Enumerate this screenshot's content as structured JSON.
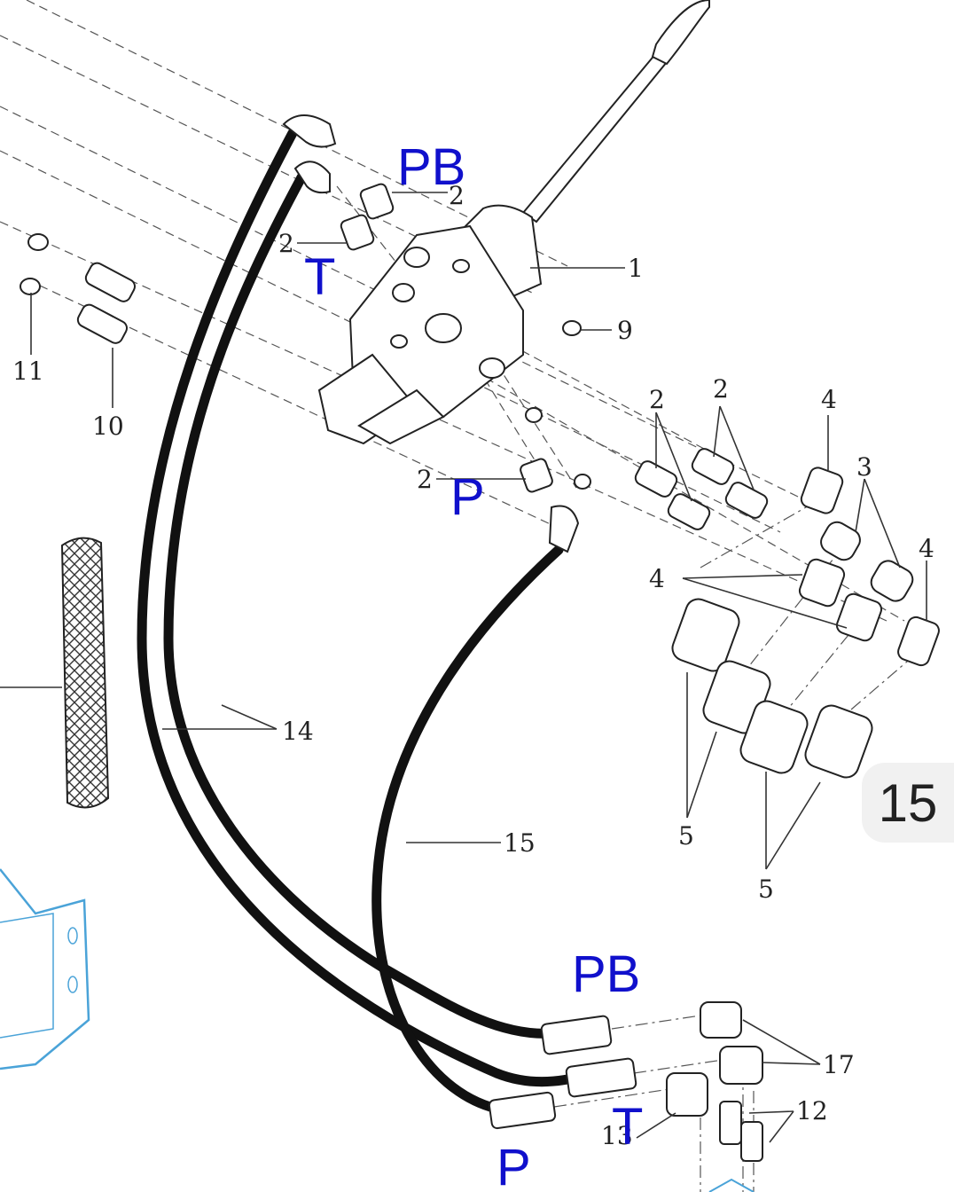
{
  "ports": {
    "pb_top": "PB",
    "t_top": "T",
    "p_top": "P",
    "pb_bottom": "PB",
    "t_bottom": "T",
    "p_bottom": "P",
    "color": "#1010cc"
  },
  "callouts": {
    "n1": "1",
    "n2a": "2",
    "n2b": "2",
    "n2c": "2",
    "n2d": "2",
    "n2e": "2",
    "n3": "3",
    "n4a": "4",
    "n4b": "4",
    "n4c": "4",
    "n5a": "5",
    "n5b": "5",
    "n9": "9",
    "n10": "10",
    "n11": "11",
    "n12": "12",
    "n13": "13",
    "n14": "14",
    "n15": "15",
    "n17": "17"
  },
  "page_badge": "15",
  "colors": {
    "frame_outline": "#4aa3d8",
    "hose": "#111111"
  }
}
